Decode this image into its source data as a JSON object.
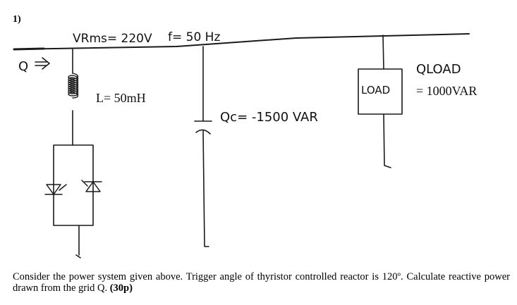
{
  "question_number": "1)",
  "labels": {
    "vrms": "VRms= 220V",
    "freq": "f= 50 Hz",
    "q_grid": "Q",
    "inductor": "L= 50mH",
    "capacitor": "Qc= -1500 VAR",
    "load_box": "LOAD",
    "qload_title": "QLOAD",
    "qload_value": "= 1000VAR"
  },
  "question": {
    "text": "Consider the power system given above. Trigger angle of thyristor controlled reactor is 120º. Calculate reactive power drawn from the grid Q.",
    "points": "(30p)"
  }
}
